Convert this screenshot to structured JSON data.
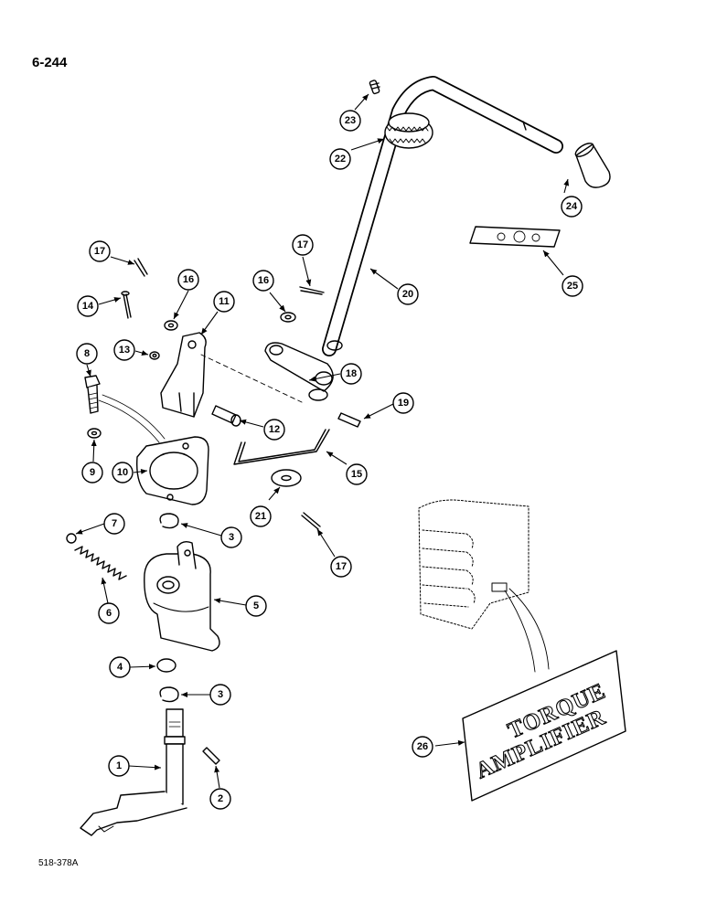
{
  "page": {
    "number": "6-244",
    "figure_code": "518-378A"
  },
  "decal": {
    "line1": "TORQUE",
    "line2": "AMPLIFIER"
  },
  "callouts": [
    "1",
    "2",
    "3",
    "3",
    "4",
    "5",
    "6",
    "7",
    "8",
    "9",
    "10",
    "11",
    "12",
    "13",
    "14",
    "15",
    "16",
    "16",
    "17",
    "17",
    "17",
    "18",
    "19",
    "20",
    "21",
    "22",
    "23",
    "24",
    "25",
    "26"
  ],
  "colors": {
    "ink": "#000000",
    "paper": "#ffffff"
  }
}
